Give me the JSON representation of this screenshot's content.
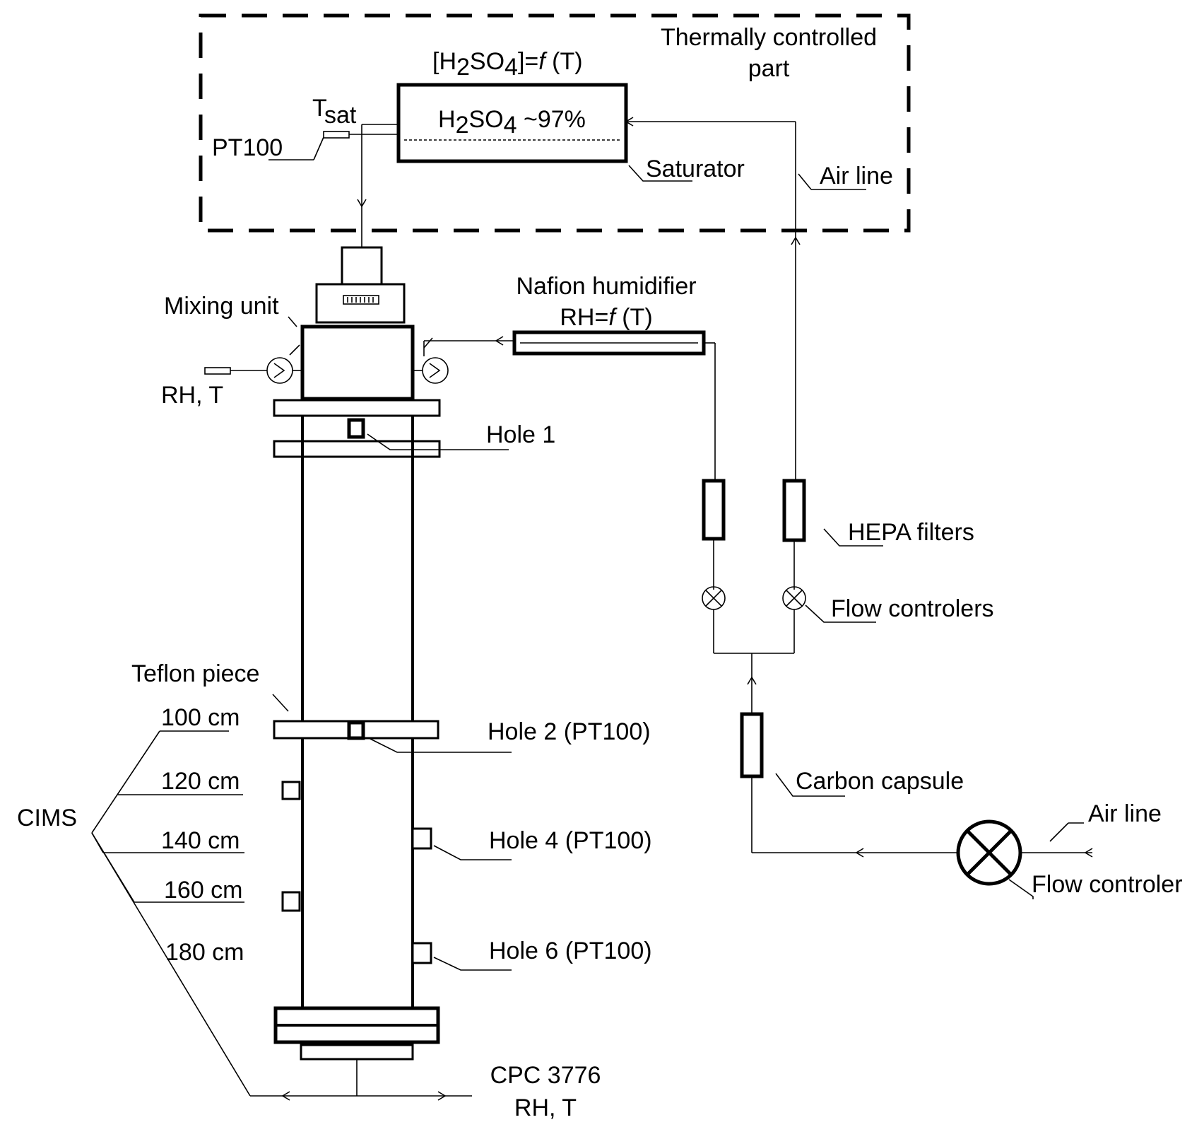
{
  "labels": {
    "thermal_line1": "Thermally controlled",
    "thermal_line2": "part",
    "saturator_conc_prefix": "[H",
    "saturator_conc_sub1": "2",
    "saturator_conc_mid": "SO",
    "saturator_conc_sub2": "4",
    "saturator_conc_eq": "]=",
    "saturator_conc_f": "f",
    "saturator_conc_suffix": " (T)",
    "acid_prefix": "H",
    "acid_sub1": "2",
    "acid_mid": "SO",
    "acid_sub2": "4",
    "acid_suffix": " ~97%",
    "tsat_main": "T",
    "tsat_sub": "sat",
    "pt100": "PT100",
    "saturator": "Saturator",
    "air_line_top": "Air line",
    "nafion_line1": "Nafion humidifier",
    "rh_prefix": "RH=",
    "rh_f": "f",
    "rh_suffix": " (T)",
    "mixing_unit": "Mixing unit",
    "rh_t_left": "RH, T",
    "hole1": "Hole 1",
    "hepa": "HEPA filters",
    "flow_controlers": "Flow controlers",
    "teflon": "Teflon piece",
    "cm100": "100 cm",
    "hole2": "Hole 2 (PT100)",
    "cm120": "120 cm",
    "cims": "CIMS",
    "carbon": "Carbon capsule",
    "air_line_bottom": "Air line",
    "cm140": "140 cm",
    "hole4": "Hole 4 (PT100)",
    "flow_controler": "Flow controler",
    "cm160": "160 cm",
    "cm180": "180 cm",
    "hole6": "Hole 6 (PT100)",
    "cpc_line1": "CPC 3776",
    "cpc_line2": "RH, T"
  }
}
